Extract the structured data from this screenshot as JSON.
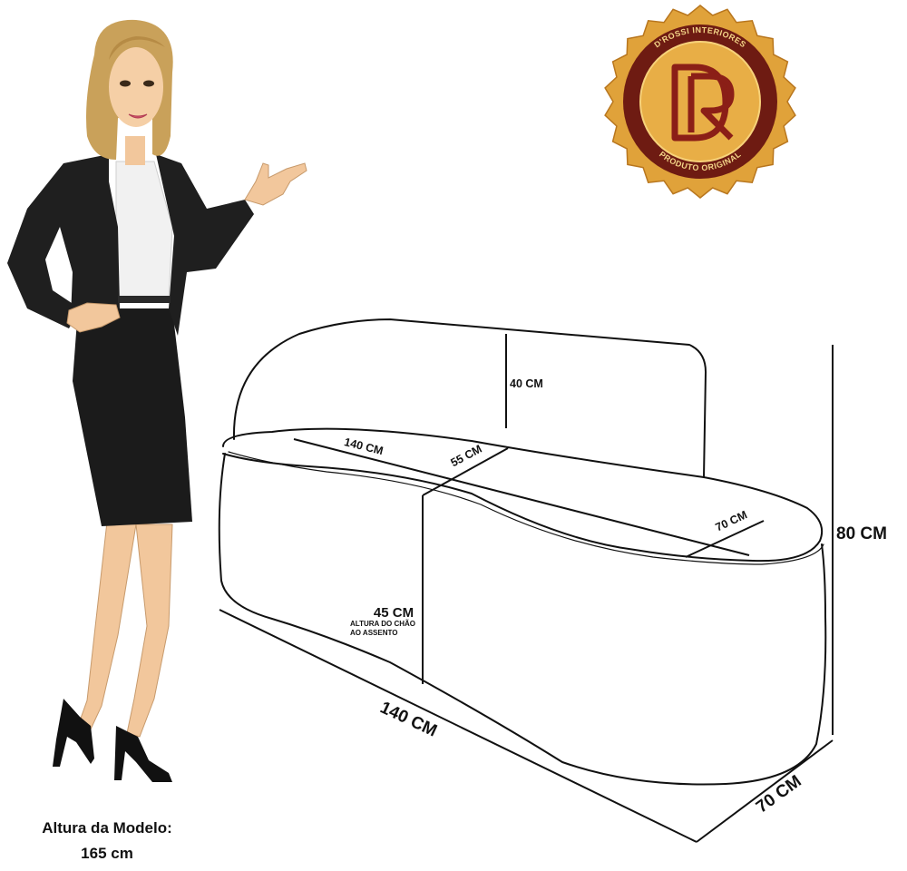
{
  "seal": {
    "brand": "D'ROSSI INTERIORES",
    "subtitle": "PRODUTO ORIGINAL",
    "colors": {
      "gold": "#E0A23A",
      "gold_dark": "#B8761E",
      "ring": "#6E1B12",
      "mono": "#8B1F17"
    }
  },
  "model_caption": {
    "line1": "Altura da Modelo:",
    "line2": "165 cm"
  },
  "dimensions": {
    "backrest_height": "40 CM",
    "seat_length": "140 CM",
    "seat_depth_left": "55 CM",
    "seat_depth_right": "70 CM",
    "total_height": "80 CM",
    "seat_height": "45 CM",
    "seat_height_note_line1": "ALTURA DO CHÃO",
    "seat_height_note_line2": "AO ASSENTO",
    "base_length": "140 CM",
    "base_depth": "70 CM"
  },
  "colors": {
    "line": "#111111",
    "skin": "#F2C79C",
    "hair": "#C9A15A",
    "suit": "#1b1b1b",
    "blouse": "#f1f1f1"
  }
}
